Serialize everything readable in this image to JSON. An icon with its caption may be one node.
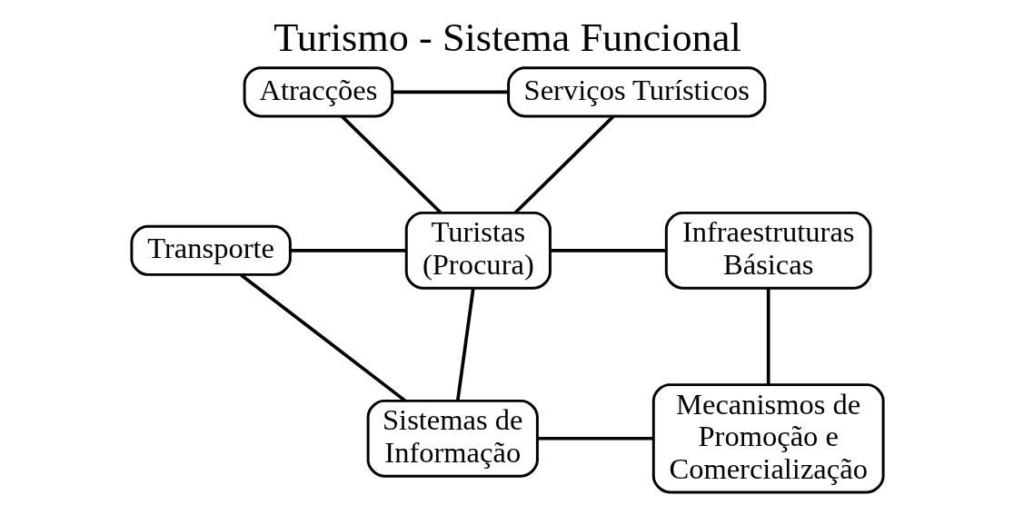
{
  "diagram": {
    "title": "Turismo - Sistema Funcional",
    "nodes": [
      {
        "text": [
          "Atracções"
        ]
      },
      {
        "text": [
          "Serviços Turísticos"
        ]
      },
      {
        "text": [
          "Transporte"
        ]
      },
      {
        "text": [
          "Turistas (Procura)"
        ]
      },
      {
        "text": [
          "Infraestruturas Básicas"
        ]
      },
      {
        "text": [
          "Sistemas de Informação"
        ]
      },
      {
        "text": [
          "Mecanismos de Promoção e Comercialização"
        ]
      }
    ],
    "edges": [
      {
        "from": 0,
        "to": 1,
        "arrow": "none"
      },
      {
        "from": 0,
        "to": 3,
        "arrow": "none"
      },
      {
        "from": 1,
        "to": 3,
        "arrow": "none"
      },
      {
        "from": 2,
        "to": 3,
        "arrow": "none"
      },
      {
        "from": 3,
        "to": 4,
        "arrow": "none"
      },
      {
        "from": 2,
        "to": 5,
        "arrow": "none"
      },
      {
        "from": 5,
        "to": 3,
        "arrow": "none"
      },
      {
        "from": 4,
        "to": 6,
        "arrow": "none"
      },
      {
        "from": 5,
        "to": 6,
        "arrow": "none"
      }
    ]
  }
}
